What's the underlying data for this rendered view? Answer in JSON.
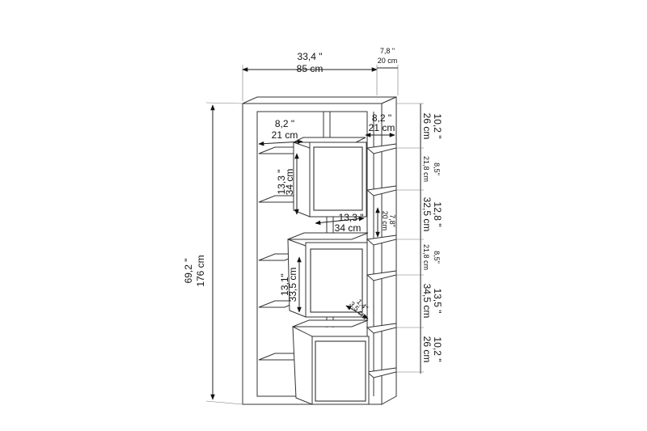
{
  "dimensions": {
    "width": {
      "in": "33,4 \"",
      "cm": "85 cm"
    },
    "depth": {
      "in": "7,8 \"",
      "cm": "20 cm"
    },
    "height": {
      "in": "69,2 \"",
      "cm": "176 cm"
    },
    "left_shelf_depth": {
      "in": "8,2 \"",
      "cm": "21 cm"
    },
    "right_shelf_depth": {
      "in": "8,2 \"",
      "cm": "21 cm"
    },
    "top_box_height": {
      "in": "13,3 \"",
      "cm": "34 cm"
    },
    "box_width": {
      "in": "13,3 \"",
      "cm": "34 cm"
    },
    "box_gap": {
      "in": "7,8\"",
      "cm": "20 cm"
    },
    "middle_box_height": {
      "in": "13,1\"",
      "cm": "33,5 cm"
    },
    "small_offset": {
      "in": "1,4\"",
      "cm": "3,5 cm"
    },
    "right_column": [
      {
        "in": "10,2 \"",
        "cm": "26 cm"
      },
      {
        "in": "8,5\"",
        "cm": "21,8 cm"
      },
      {
        "in": "12,8 \"",
        "cm": "32,5 cm"
      },
      {
        "in": "8,5\"",
        "cm": "21,8 cm"
      },
      {
        "in": "13,5 \"",
        "cm": "34,5 cm"
      },
      {
        "in": "10,2 \"",
        "cm": "26 cm"
      }
    ]
  }
}
